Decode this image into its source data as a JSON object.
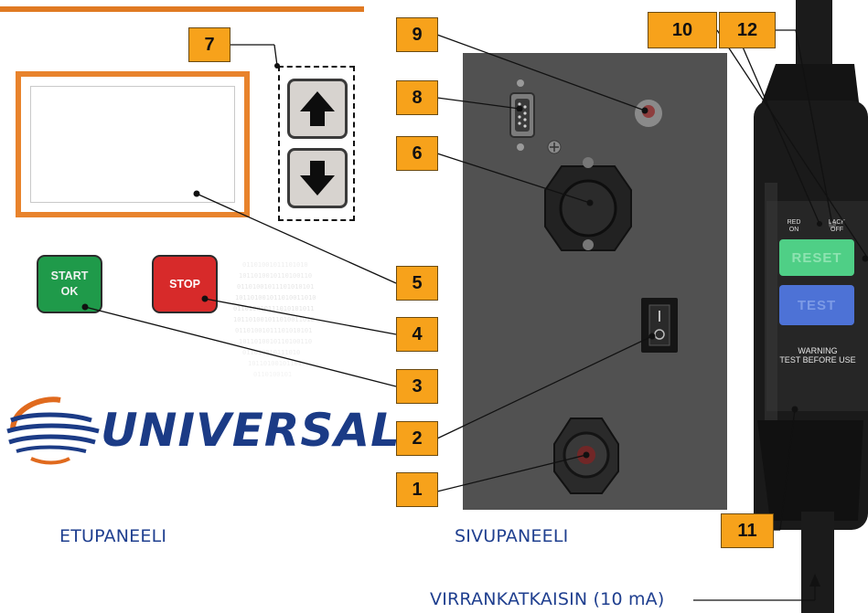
{
  "callouts": {
    "c1": "1",
    "c2": "2",
    "c3": "3",
    "c4": "4",
    "c5": "5",
    "c6": "6",
    "c7": "7",
    "c8": "8",
    "c9": "9",
    "c10": "10",
    "c11": "11",
    "c12": "12"
  },
  "captions": {
    "front_panel": "ETUPANEELI",
    "side_panel": "SIVUPANEELI",
    "breaker": "VIRRANKATKAISIN (10 mA)"
  },
  "front_buttons": {
    "start_line1": "START",
    "start_line2": "OK",
    "stop": "STOP"
  },
  "logo": {
    "text": "UNIVERSAL"
  },
  "rcd_device": {
    "red_on_1": "RED",
    "red_on_2": "ON",
    "black_off_1": "LACK",
    "black_off_2": "OFF",
    "reset": "RESET",
    "test": "TEST",
    "warning_1": "WARNING",
    "warning_2": "TEST BEFORE USE"
  },
  "colors": {
    "callout_fill": "#f7a21b",
    "caption_text": "#1f3f8f",
    "accent_orange": "#e8832c",
    "start_green": "#1f9a4a",
    "stop_red": "#d72a2a",
    "logo_blue": "#1b3b86"
  },
  "icons": {
    "up": "arrow-up-icon",
    "down": "arrow-down-icon",
    "globe": "globe-logo-icon"
  }
}
